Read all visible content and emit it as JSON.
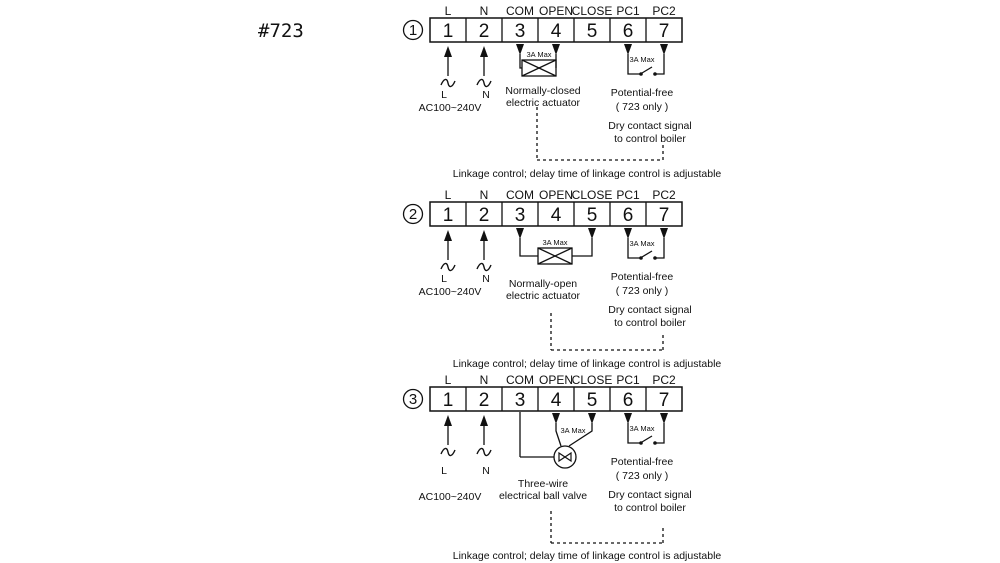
{
  "title": "#723",
  "terminal_headers": [
    "L",
    "N",
    "COM",
    "OPEN",
    "CLOSE",
    "PC1",
    "PC2"
  ],
  "terminal_numbers": [
    "1",
    "2",
    "3",
    "4",
    "5",
    "6",
    "7"
  ],
  "common": {
    "supply_label": "AC100~240V",
    "line_label": "L",
    "neutral_label": "N",
    "max_current": "3A Max",
    "potential_free": "Potential-free",
    "model_only": "( 723 only )",
    "dry_contact_1": "Dry contact signal",
    "dry_contact_2": "to control boiler",
    "linkage": "Linkage control; delay time of linkage control is adjustable"
  },
  "diagrams": [
    {
      "index": "1",
      "device_line1": "Normally-closed",
      "device_line2": "electric actuator"
    },
    {
      "index": "2",
      "device_line1": "Normally-open",
      "device_line2": "electric actuator"
    },
    {
      "index": "3",
      "device_line1": "Three-wire",
      "device_line2": "electrical ball valve"
    }
  ]
}
